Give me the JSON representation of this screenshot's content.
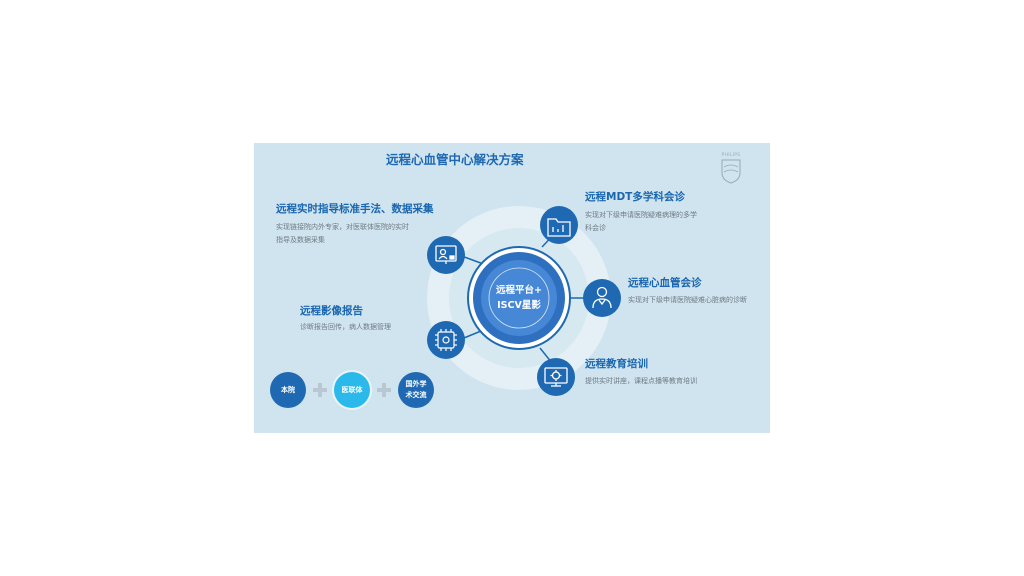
{
  "title": "远程心血管中心解决方案",
  "logo": {
    "text": "PHILIPS"
  },
  "center": {
    "line1": "远程平台+",
    "line2": "ISCV星影"
  },
  "items": [
    {
      "heading": "远程实时指导标准手法、数据采集",
      "desc1": "实现链接院内外专家，对医联体医院的实时",
      "desc2": "指导及数据采集",
      "icon": "monitor-person-icon"
    },
    {
      "heading": "远程影像报告",
      "desc1": "诊断报告回传，病人数据管理",
      "icon": "chip-icon"
    },
    {
      "heading": "远程MDT多学科会诊",
      "desc1": "实现对下级申请医院疑难病理的多学",
      "desc2": "科会诊",
      "icon": "folder-chart-icon"
    },
    {
      "heading": "远程心血管会诊",
      "desc1": "实现对下级申请医院疑难心脏病的诊断",
      "icon": "doctor-icon"
    },
    {
      "heading": "远程教育培训",
      "desc1": "提供实时讲座，课程点播等教育培训",
      "icon": "monitor-gear-icon"
    }
  ],
  "bubbles": [
    "本院",
    "医联体",
    "国外学术交流"
  ],
  "bubble_lines": {
    "third_line1": "国外学",
    "third_line2": "术交流"
  },
  "colors": {
    "accent": "#1f69b3",
    "background": "#cfe4ee",
    "light_blue": "#2bb8ea"
  }
}
